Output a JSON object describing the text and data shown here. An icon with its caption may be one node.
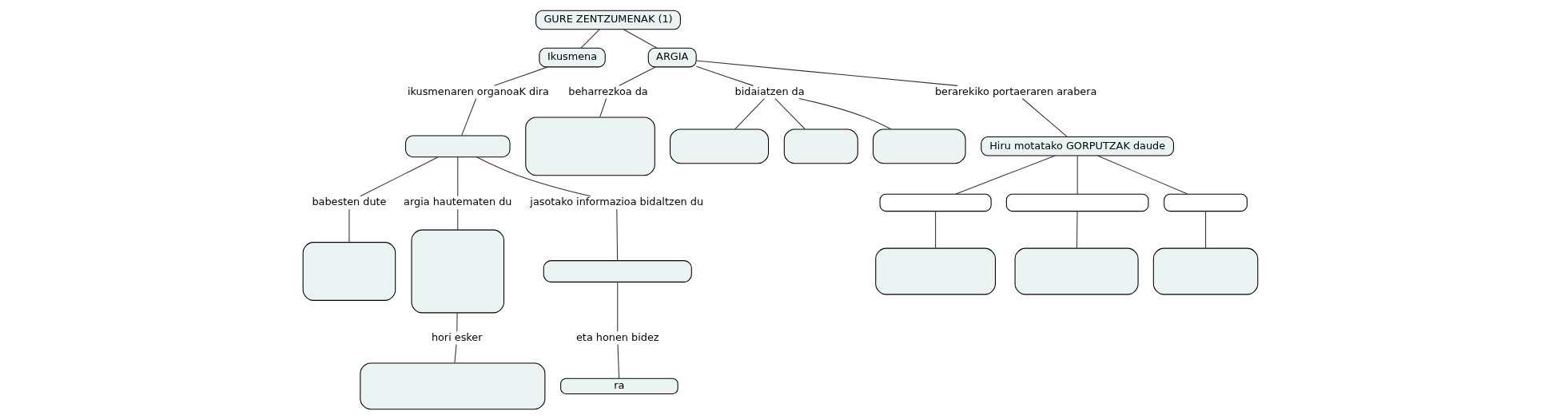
{
  "diagram": {
    "nodes": [
      {
        "text": [
          "GURE ZENTZUMENAK (1)"
        ]
      },
      {
        "text": [
          "Ikusmena"
        ]
      },
      {
        "text": [
          "ARGIA"
        ]
      },
      {
        "text": [
          "ikusmenaren organoaK dira"
        ]
      },
      {
        "text": [],
        "shape": "box"
      },
      {
        "text": [
          "babesten dute"
        ]
      },
      {
        "text": [],
        "shape": "box"
      },
      {
        "text": [
          "argia hautematen du"
        ]
      },
      {
        "text": [
          "jasotako informazioa bidaltzen du"
        ]
      },
      {
        "text": [],
        "shape": "box"
      },
      {
        "text": [],
        "shape": "box"
      },
      {
        "text": [
          "eta honen bidez"
        ]
      },
      {
        "text": [
          "ra"
        ]
      },
      {
        "text": [
          "hori esker"
        ]
      },
      {
        "text": [],
        "shape": "box"
      },
      {
        "text": [
          "beharrezkoa da"
        ]
      },
      {
        "text": [],
        "shape": "box"
      },
      {
        "text": [
          "bidaiatzen da"
        ]
      },
      {
        "text": [],
        "shape": "box"
      },
      {
        "text": [],
        "shape": "box"
      },
      {
        "text": [],
        "shape": "box"
      },
      {
        "text": [
          "berarekiko portaeraren arabera"
        ]
      },
      {
        "text": [
          "Hiru motatako GORPUTZAK daude"
        ]
      },
      {
        "text": [],
        "shape": "box"
      },
      {
        "text": [],
        "shape": "box"
      },
      {
        "text": [],
        "shape": "box"
      },
      {
        "text": [],
        "shape": "box"
      },
      {
        "text": [],
        "shape": "box"
      },
      {
        "text": [],
        "shape": "box"
      }
    ],
    "edges": [
      {
        "from": 0,
        "to": 1,
        "arrow": "none"
      },
      {
        "from": 0,
        "to": 2,
        "arrow": "none"
      },
      {
        "from": 1,
        "to": 3,
        "arrow": "none"
      },
      {
        "from": 3,
        "to": 4,
        "arrow": "none"
      },
      {
        "from": 4,
        "to": 5,
        "arrow": "none"
      },
      {
        "from": 5,
        "to": 6,
        "arrow": "none"
      },
      {
        "from": 4,
        "to": 7,
        "arrow": "none"
      },
      {
        "from": 4,
        "to": 8,
        "arrow": "none"
      },
      {
        "from": 7,
        "to": 9,
        "arrow": "none"
      },
      {
        "from": 8,
        "to": 10,
        "arrow": "none"
      },
      {
        "from": 10,
        "to": 11,
        "arrow": "none"
      },
      {
        "from": 11,
        "to": 12,
        "arrow": "none"
      },
      {
        "from": 9,
        "to": 13,
        "arrow": "none"
      },
      {
        "from": 13,
        "to": 14,
        "arrow": "none"
      },
      {
        "from": 2,
        "to": 15,
        "arrow": "none"
      },
      {
        "from": 15,
        "to": 16,
        "arrow": "none"
      },
      {
        "from": 2,
        "to": 17,
        "arrow": "none"
      },
      {
        "from": 17,
        "to": 18,
        "arrow": "none"
      },
      {
        "from": 17,
        "to": 19,
        "arrow": "none"
      },
      {
        "from": 17,
        "to": 20,
        "arrow": "none"
      },
      {
        "from": 2,
        "to": 21,
        "arrow": "none"
      },
      {
        "from": 21,
        "to": 22,
        "arrow": "none"
      },
      {
        "from": 22,
        "to": 23,
        "arrow": "none"
      },
      {
        "from": 22,
        "to": 24,
        "arrow": "none"
      },
      {
        "from": 22,
        "to": 25,
        "arrow": "none"
      },
      {
        "from": 23,
        "to": 26,
        "arrow": "none"
      },
      {
        "from": 24,
        "to": 27,
        "arrow": "none"
      },
      {
        "from": 25,
        "to": 28,
        "arrow": "none"
      }
    ]
  }
}
